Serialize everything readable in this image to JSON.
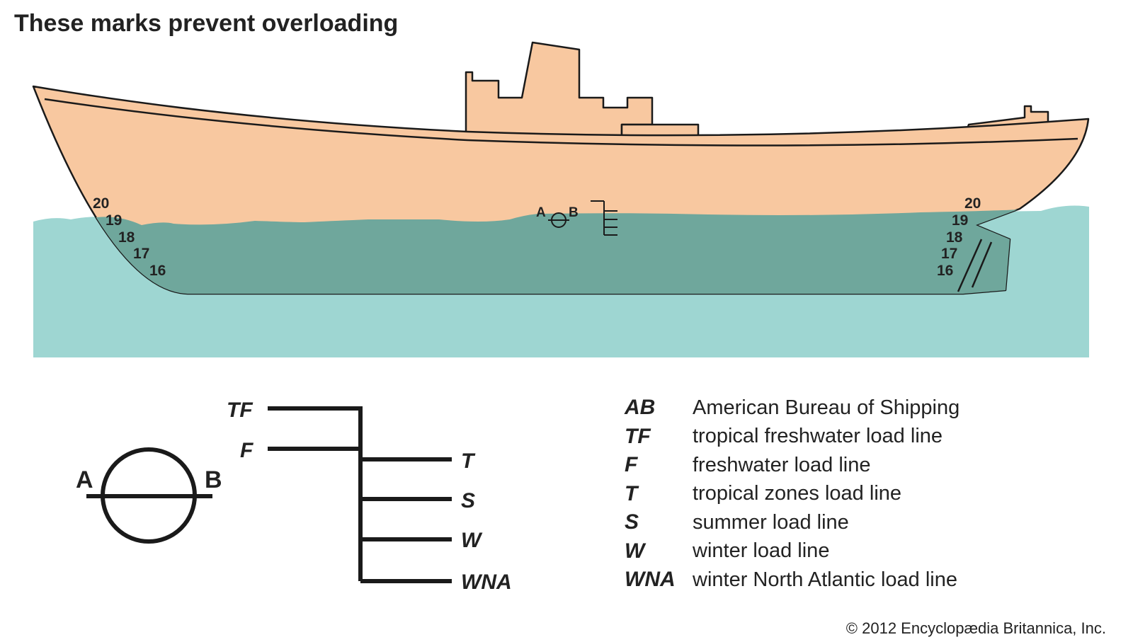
{
  "title": "These marks prevent overloading",
  "colors": {
    "hull": "#f8c8a0",
    "water": "#9ed6d2",
    "submerged": "#6fa79c",
    "outline": "#1a1a1a"
  },
  "draft_marks_bow": [
    "20",
    "19",
    "18",
    "17",
    "16"
  ],
  "draft_marks_stern": [
    "20",
    "19",
    "18",
    "17",
    "16"
  ],
  "ship_plimsoll": {
    "left": "A",
    "right": "B"
  },
  "detail": {
    "disc_left": "A",
    "disc_right": "B",
    "lines": {
      "tf": "TF",
      "f": "F",
      "t": "T",
      "s": "S",
      "w": "W",
      "wna": "WNA"
    }
  },
  "legend": [
    {
      "code": "AB",
      "desc": "American Bureau of Shipping"
    },
    {
      "code": "TF",
      "desc": "tropical freshwater load line"
    },
    {
      "code": "F",
      "desc": "freshwater load line"
    },
    {
      "code": "T",
      "desc": "tropical zones load line"
    },
    {
      "code": "S",
      "desc": "summer load line"
    },
    {
      "code": "W",
      "desc": "winter load line"
    },
    {
      "code": "WNA",
      "desc": "winter North Atlantic load line"
    }
  ],
  "copyright": "© 2012 Encyclopædia Britannica, Inc."
}
